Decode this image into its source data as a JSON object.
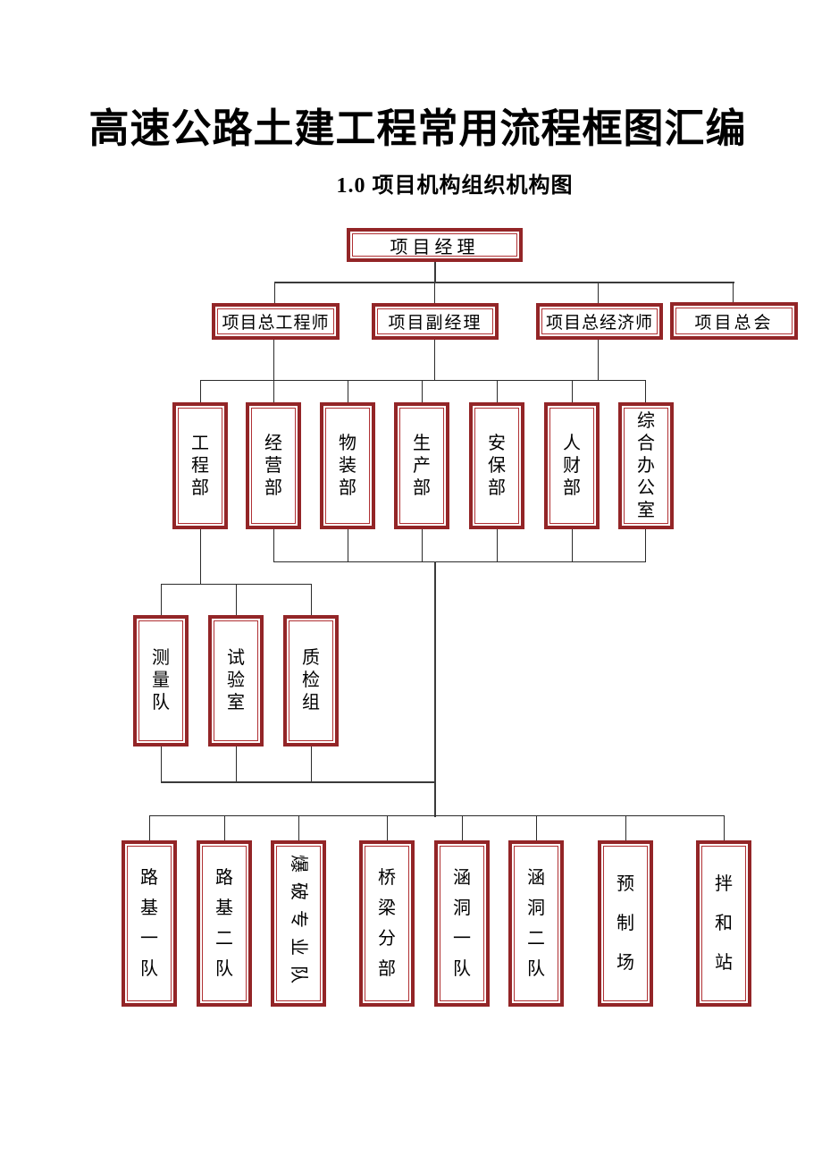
{
  "document": {
    "title": "高速公路土建工程常用流程框图汇编",
    "section_heading": "1.0 项目机构组织机构图"
  },
  "org_chart": {
    "root": {
      "label": "项目经理"
    },
    "level2": [
      {
        "label": "项目总工程师"
      },
      {
        "label": "项目副经理"
      },
      {
        "label": "项目总经济师"
      },
      {
        "label": "项目总会"
      }
    ],
    "departments": [
      {
        "label": "工程部"
      },
      {
        "label": "经营部"
      },
      {
        "label": "物装部"
      },
      {
        "label": "生产部"
      },
      {
        "label": "安保部"
      },
      {
        "label": "人财部"
      },
      {
        "label": "综合办公室"
      }
    ],
    "engineering_subunits": [
      {
        "label": "测量队"
      },
      {
        "label": "试验室"
      },
      {
        "label": "质检组"
      }
    ],
    "field_units": [
      {
        "label": "路基一队"
      },
      {
        "label": "路基二队"
      },
      {
        "label": "爆破专业队"
      },
      {
        "label": "桥梁分部"
      },
      {
        "label": "涵洞一队"
      },
      {
        "label": "涵洞二队"
      },
      {
        "label": "预制场"
      },
      {
        "label": "拌和站"
      }
    ]
  },
  "colors": {
    "box_border_outer": "#932527",
    "box_border_inner": "#b03033",
    "connector_line": "#3a3a3a",
    "text": "#000000",
    "background": "#ffffff"
  }
}
